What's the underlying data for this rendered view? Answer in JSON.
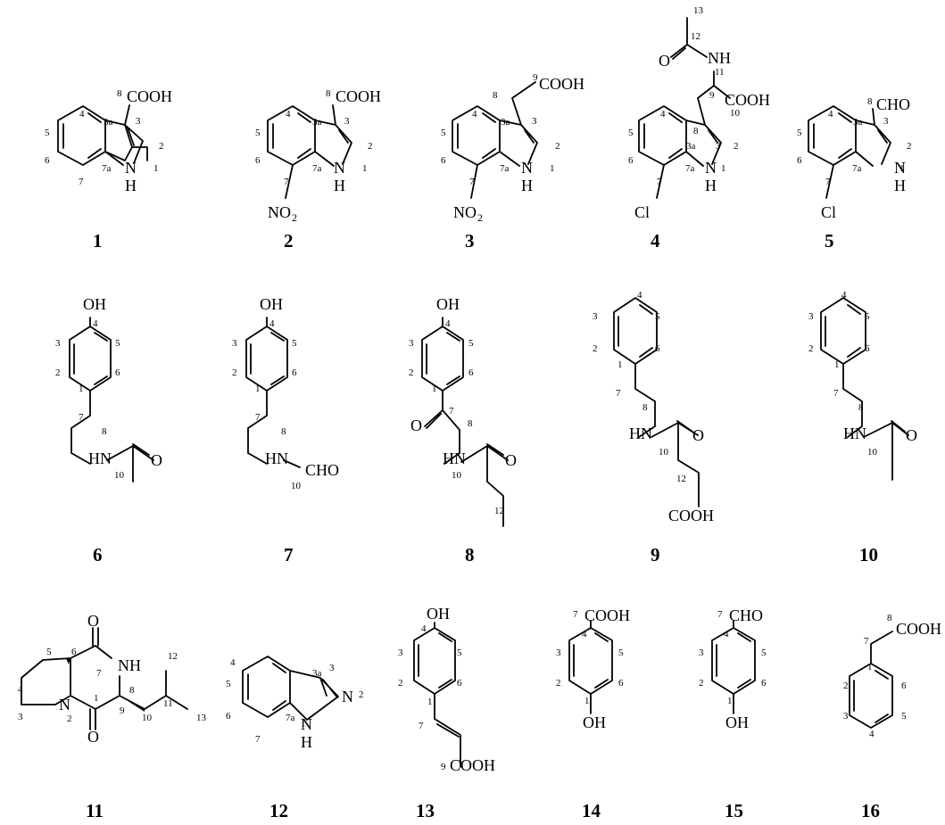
{
  "compounds": [
    {
      "id": "1",
      "num": [
        [
          "8",
          131,
          108
        ],
        [
          "3",
          152,
          139
        ],
        [
          "3a",
          116,
          140
        ],
        [
          "4",
          89,
          131
        ],
        [
          "5",
          50,
          152
        ],
        [
          "6",
          50,
          183
        ],
        [
          "7",
          88,
          207
        ],
        [
          "7a",
          114,
          192
        ],
        [
          "2",
          178,
          167
        ],
        [
          "1",
          172,
          192
        ]
      ],
      "txt": [
        [
          "COOH",
          142,
          114,
          "grp"
        ],
        [
          "N",
          140,
          194,
          "grp"
        ],
        [
          "H",
          140,
          214,
          "grp"
        ]
      ]
    },
    {
      "id": "2",
      "num": [
        [
          "8",
          365,
          108
        ],
        [
          "3",
          386,
          139
        ],
        [
          "3a",
          350,
          140
        ],
        [
          "4",
          320,
          131
        ],
        [
          "5",
          286,
          152
        ],
        [
          "6",
          286,
          183
        ],
        [
          "7",
          318,
          207
        ],
        [
          "7a",
          350,
          192
        ],
        [
          "2",
          412,
          167
        ],
        [
          "1",
          406,
          192
        ]
      ],
      "txt": [
        [
          "COOH",
          376,
          114,
          "grp"
        ],
        [
          "N",
          374,
          194,
          "grp"
        ],
        [
          "H",
          374,
          214,
          "grp"
        ],
        [
          "NO",
          300,
          244,
          "grp"
        ],
        [
          "2",
          327,
          248,
          "sub"
        ]
      ]
    },
    {
      "id": "3",
      "num": [
        [
          "9",
          597,
          90
        ],
        [
          "8",
          552,
          110
        ],
        [
          "3",
          596,
          139
        ],
        [
          "3a",
          561,
          140
        ],
        [
          "4",
          529,
          131
        ],
        [
          "5",
          494,
          152
        ],
        [
          "6",
          494,
          183
        ],
        [
          "7",
          526,
          207
        ],
        [
          "7a",
          560,
          192
        ],
        [
          "2",
          622,
          167
        ],
        [
          "1",
          616,
          192
        ]
      ],
      "txt": [
        [
          "COOH",
          604,
          100,
          "grp"
        ],
        [
          "N",
          584,
          194,
          "grp"
        ],
        [
          "H",
          584,
          214,
          "grp"
        ],
        [
          "NO",
          508,
          244,
          "grp"
        ],
        [
          "2",
          535,
          248,
          "sub"
        ]
      ]
    },
    {
      "id": "4",
      "num": [
        [
          "13",
          777,
          15
        ],
        [
          "12",
          774,
          44
        ],
        [
          "11",
          801,
          84
        ],
        [
          "9",
          795,
          110
        ],
        [
          "10",
          818,
          130
        ],
        [
          "8",
          777,
          150
        ],
        [
          "3",
          802,
          167
        ],
        [
          "3a",
          769,
          167
        ],
        [
          "4",
          740,
          131
        ],
        [
          "5",
          704,
          152
        ],
        [
          "6",
          704,
          183
        ],
        [
          "7",
          736,
          207
        ],
        [
          "7a",
          768,
          192
        ],
        [
          "2",
          822,
          167
        ],
        [
          "1",
          808,
          192
        ]
      ],
      "txt": [
        [
          "O",
          738,
          74,
          "grp"
        ],
        [
          "NH",
          793,
          71,
          "grp"
        ],
        [
          "COOH",
          812,
          118,
          "grp"
        ],
        [
          "N",
          790,
          194,
          "grp"
        ],
        [
          "H",
          790,
          214,
          "grp"
        ],
        [
          "Cl",
          711,
          244,
          "grp"
        ]
      ]
    },
    {
      "id": "5",
      "num": [
        [
          "8",
          972,
          117
        ],
        [
          "3",
          990,
          139
        ],
        [
          "3a",
          956,
          140
        ],
        [
          "4",
          928,
          131
        ],
        [
          "5",
          893,
          152
        ],
        [
          "6",
          893,
          183
        ],
        [
          "7",
          925,
          207
        ],
        [
          "7a",
          955,
          192
        ],
        [
          "2",
          1016,
          167
        ],
        [
          "1",
          1008,
          192
        ]
      ],
      "txt": [
        [
          "CHO",
          982,
          123,
          "grp"
        ],
        [
          "N",
          1002,
          194,
          "grp"
        ],
        [
          "H",
          1002,
          214,
          "grp"
        ],
        [
          "Cl",
          920,
          244,
          "grp"
        ]
      ]
    },
    {
      "id": "6",
      "num": [
        [
          "4",
          104,
          366
        ],
        [
          "3",
          62,
          388
        ],
        [
          "5",
          129,
          388
        ],
        [
          "2",
          62,
          421
        ],
        [
          "6",
          129,
          421
        ],
        [
          "1",
          88,
          439
        ],
        [
          "7",
          88,
          471
        ],
        [
          "8",
          114,
          487
        ],
        [
          "10",
          128,
          536
        ]
      ],
      "txt": [
        [
          "OH",
          93,
          347,
          "grp"
        ],
        [
          "HN",
          99,
          520,
          "grp"
        ],
        [
          "O",
          169,
          522,
          "grp"
        ]
      ]
    },
    {
      "id": "7",
      "num": [
        [
          "4",
          302,
          366
        ],
        [
          "3",
          260,
          388
        ],
        [
          "5",
          327,
          388
        ],
        [
          "2",
          260,
          421
        ],
        [
          "6",
          327,
          421
        ],
        [
          "1",
          286,
          439
        ],
        [
          "7",
          286,
          471
        ],
        [
          "8",
          315,
          487
        ],
        [
          "10",
          326,
          548
        ]
      ],
      "txt": [
        [
          "OH",
          291,
          347,
          "grp"
        ],
        [
          "HN",
          297,
          520,
          "grp"
        ],
        [
          "CHO",
          342,
          533,
          "grp"
        ]
      ]
    },
    {
      "id": "8",
      "num": [
        [
          "4",
          499,
          366
        ],
        [
          "3",
          458,
          388
        ],
        [
          "5",
          525,
          388
        ],
        [
          "2",
          458,
          421
        ],
        [
          "6",
          525,
          421
        ],
        [
          "1",
          484,
          439
        ],
        [
          "7",
          503,
          464
        ],
        [
          "8",
          524,
          478
        ],
        [
          "10",
          506,
          536
        ],
        [
          "12",
          554,
          576
        ]
      ],
      "txt": [
        [
          "OH",
          489,
          347,
          "grp"
        ],
        [
          "O",
          460,
          483,
          "grp"
        ],
        [
          "HN",
          496,
          520,
          "grp"
        ],
        [
          "O",
          566,
          522,
          "grp"
        ]
      ]
    },
    {
      "id": "9",
      "num": [
        [
          "4",
          714,
          334
        ],
        [
          "3",
          664,
          358
        ],
        [
          "5",
          734,
          358
        ],
        [
          "2",
          664,
          394
        ],
        [
          "6",
          734,
          394
        ],
        [
          "1",
          692,
          412
        ],
        [
          "7",
          690,
          444
        ],
        [
          "8",
          720,
          460
        ],
        [
          "10",
          738,
          510
        ],
        [
          "12",
          758,
          540
        ]
      ],
      "txt": [
        [
          "HN",
          705,
          492,
          "grp"
        ],
        [
          "O",
          776,
          494,
          "grp"
        ],
        [
          "COOH",
          749,
          584,
          "grp"
        ]
      ]
    },
    {
      "id": "10",
      "num": [
        [
          "4",
          943,
          334
        ],
        [
          "3",
          906,
          358
        ],
        [
          "5",
          969,
          358
        ],
        [
          "2",
          906,
          394
        ],
        [
          "6",
          969,
          394
        ],
        [
          "1",
          935,
          412
        ],
        [
          "7",
          934,
          444
        ],
        [
          "8",
          962,
          460
        ],
        [
          "10",
          972,
          510
        ]
      ],
      "txt": [
        [
          "HN",
          945,
          492,
          "grp"
        ],
        [
          "O",
          1015,
          494,
          "grp"
        ]
      ]
    },
    {
      "id": "11",
      "num": [
        [
          "5",
          52,
          734
        ],
        [
          "6",
          80,
          734
        ],
        [
          "7",
          108,
          758
        ],
        [
          "4",
          20,
          776
        ],
        [
          "3",
          20,
          807
        ],
        [
          "2",
          75,
          809
        ],
        [
          "1",
          105,
          786
        ],
        [
          "8",
          145,
          777
        ],
        [
          "9",
          134,
          800
        ],
        [
          "12",
          188,
          739
        ],
        [
          "10",
          159,
          808
        ],
        [
          "11",
          183,
          792
        ],
        [
          "13",
          220,
          808
        ]
      ],
      "txt": [
        [
          "O",
          98,
          702,
          "grp"
        ],
        [
          "NH",
          132,
          752,
          "grp"
        ],
        [
          "N",
          66,
          796,
          "grp"
        ],
        [
          "O",
          98,
          832,
          "grp"
        ]
      ]
    },
    {
      "id": "12",
      "num": [
        [
          "4",
          258,
          746
        ],
        [
          "3",
          369,
          752
        ],
        [
          "3a",
          350,
          758
        ],
        [
          "5",
          253,
          770
        ],
        [
          "6",
          253,
          806
        ],
        [
          "7",
          286,
          832
        ],
        [
          "7a",
          320,
          808
        ],
        [
          "2",
          402,
          782
        ],
        [
          "1",
          337,
          815
        ]
      ],
      "txt": [
        [
          "N",
          383,
          787,
          "grp"
        ],
        [
          "N",
          337,
          818,
          "grp"
        ],
        [
          "H",
          337,
          838,
          "grp"
        ]
      ]
    },
    {
      "id": "13",
      "num": [
        [
          "4",
          472,
          708
        ],
        [
          "3",
          446,
          735
        ],
        [
          "5",
          512,
          735
        ],
        [
          "2",
          446,
          769
        ],
        [
          "6",
          512,
          769
        ],
        [
          "1",
          479,
          790
        ],
        [
          "7",
          469,
          817
        ],
        [
          "9",
          494,
          863
        ]
      ],
      "txt": [
        [
          "OH",
          478,
          694,
          "grp"
        ],
        [
          "COOH",
          504,
          864,
          "grp"
        ]
      ]
    },
    {
      "id": "14",
      "num": [
        [
          "7",
          642,
          692
        ],
        [
          "4",
          652,
          714
        ],
        [
          "3",
          623,
          735
        ],
        [
          "5",
          693,
          735
        ],
        [
          "2",
          623,
          769
        ],
        [
          "6",
          693,
          769
        ],
        [
          "1",
          655,
          789
        ]
      ],
      "txt": [
        [
          "COOH",
          655,
          696,
          "grp"
        ],
        [
          "OH",
          653,
          816,
          "grp"
        ]
      ]
    },
    {
      "id": "15",
      "num": [
        [
          "7",
          804,
          692
        ],
        [
          "4",
          811,
          714
        ],
        [
          "3",
          783,
          735
        ],
        [
          "5",
          853,
          735
        ],
        [
          "2",
          783,
          769
        ],
        [
          "6",
          853,
          769
        ],
        [
          "1",
          815,
          789
        ]
      ],
      "txt": [
        [
          "CHO",
          817,
          696,
          "grp"
        ],
        [
          "OH",
          813,
          816,
          "grp"
        ]
      ]
    },
    {
      "id": "16",
      "num": [
        [
          "8",
          994,
          696
        ],
        [
          "7",
          968,
          722
        ],
        [
          "1",
          972,
          751
        ],
        [
          "2",
          945,
          772
        ],
        [
          "6",
          1010,
          772
        ],
        [
          "3",
          945,
          806
        ],
        [
          "5",
          1010,
          806
        ],
        [
          "4",
          974,
          826
        ]
      ],
      "txt": [
        [
          "COOH",
          1004,
          711,
          "grp"
        ]
      ]
    }
  ]
}
